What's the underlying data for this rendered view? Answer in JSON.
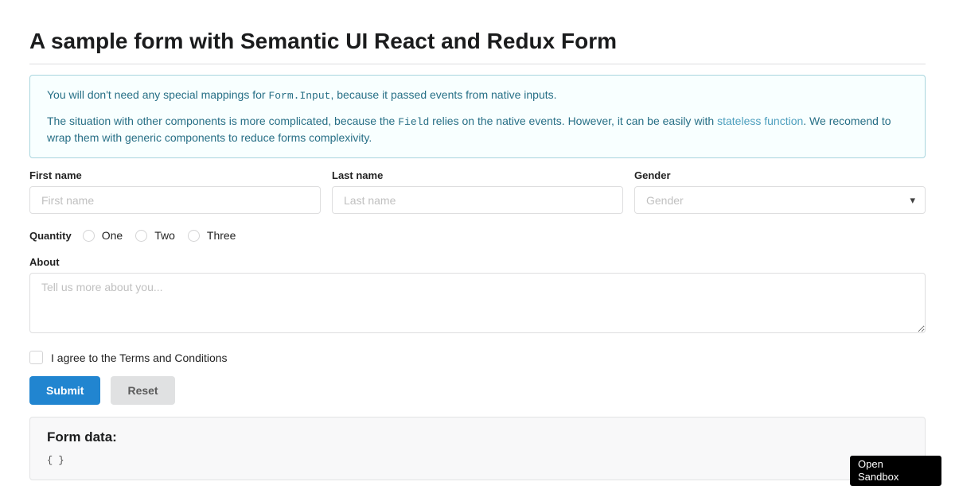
{
  "page": {
    "title": "A sample form with Semantic UI React and Redux Form"
  },
  "info_message": {
    "paragraph1": {
      "text_before_code": "You will don't need any special mappings for ",
      "code": "Form.Input",
      "text_after_code": ", because it passed events from native inputs."
    },
    "paragraph2": {
      "text_before_code": "The situation with other components is more complicated, because the ",
      "code": "Field",
      "text_after_code": " relies on the native events. However, it can be easily with ",
      "link": "stateless function",
      "text_after_link": ". We recomend to wrap them with generic components to reduce forms complexivity."
    }
  },
  "form": {
    "first_name": {
      "label": "First name",
      "placeholder": "First name",
      "value": ""
    },
    "last_name": {
      "label": "Last name",
      "placeholder": "Last name",
      "value": ""
    },
    "gender": {
      "label": "Gender",
      "placeholder": "Gender"
    },
    "quantity": {
      "label": "Quantity",
      "options": [
        "One",
        "Two",
        "Three"
      ]
    },
    "about": {
      "label": "About",
      "placeholder": "Tell us more about you...",
      "value": ""
    },
    "terms_checkbox": {
      "label": "I agree to the Terms and Conditions",
      "checked": false
    },
    "buttons": {
      "submit": "Submit",
      "reset": "Reset"
    }
  },
  "form_data_panel": {
    "heading": "Form data:",
    "json_value": "{ }"
  },
  "open_sandbox": {
    "label": "Open Sandbox"
  },
  "colors": {
    "primary_button": "#2185d0",
    "reset_button_bg": "#e0e1e2",
    "info_bg": "#f8ffff",
    "info_border": "#a9d5de",
    "info_text": "#276f86",
    "link": "#4d9fbe",
    "sandbox_button_bg": "#000000"
  }
}
